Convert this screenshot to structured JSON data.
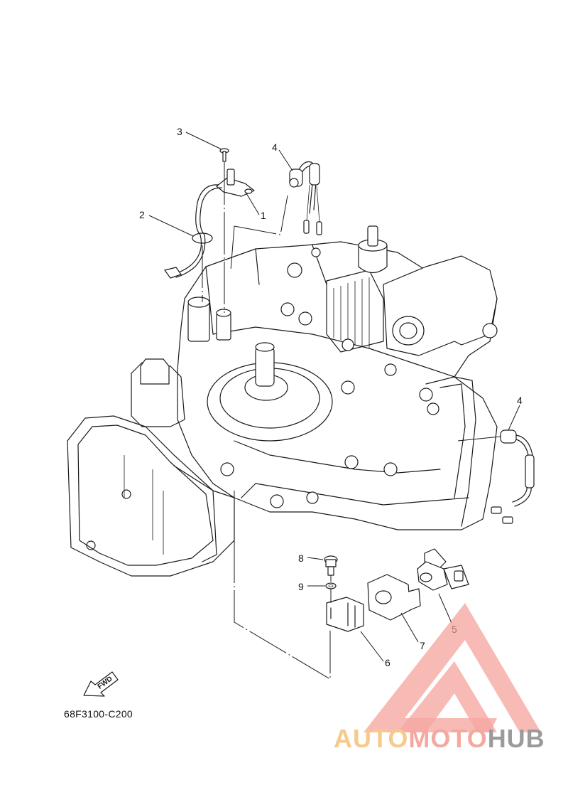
{
  "diagram": {
    "callouts": [
      {
        "id": "1",
        "label": "1"
      },
      {
        "id": "2",
        "label": "2"
      },
      {
        "id": "3",
        "label": "3"
      },
      {
        "id": "4a",
        "label": "4"
      },
      {
        "id": "4b",
        "label": "4"
      },
      {
        "id": "5",
        "label": "5"
      },
      {
        "id": "6",
        "label": "6"
      },
      {
        "id": "7",
        "label": "7"
      },
      {
        "id": "8",
        "label": "8"
      },
      {
        "id": "9",
        "label": "9"
      }
    ],
    "fwd_label": "FWD",
    "diagram_code": "68F3100-C200"
  },
  "watermark": {
    "part1": "AUTO",
    "part2": "MOTO",
    "part3": "HUB",
    "colors": {
      "auto": "#f7c98a",
      "moto": "#f5a8a0",
      "hub": "#9b9b9b",
      "triangle": "#f59a92"
    }
  }
}
